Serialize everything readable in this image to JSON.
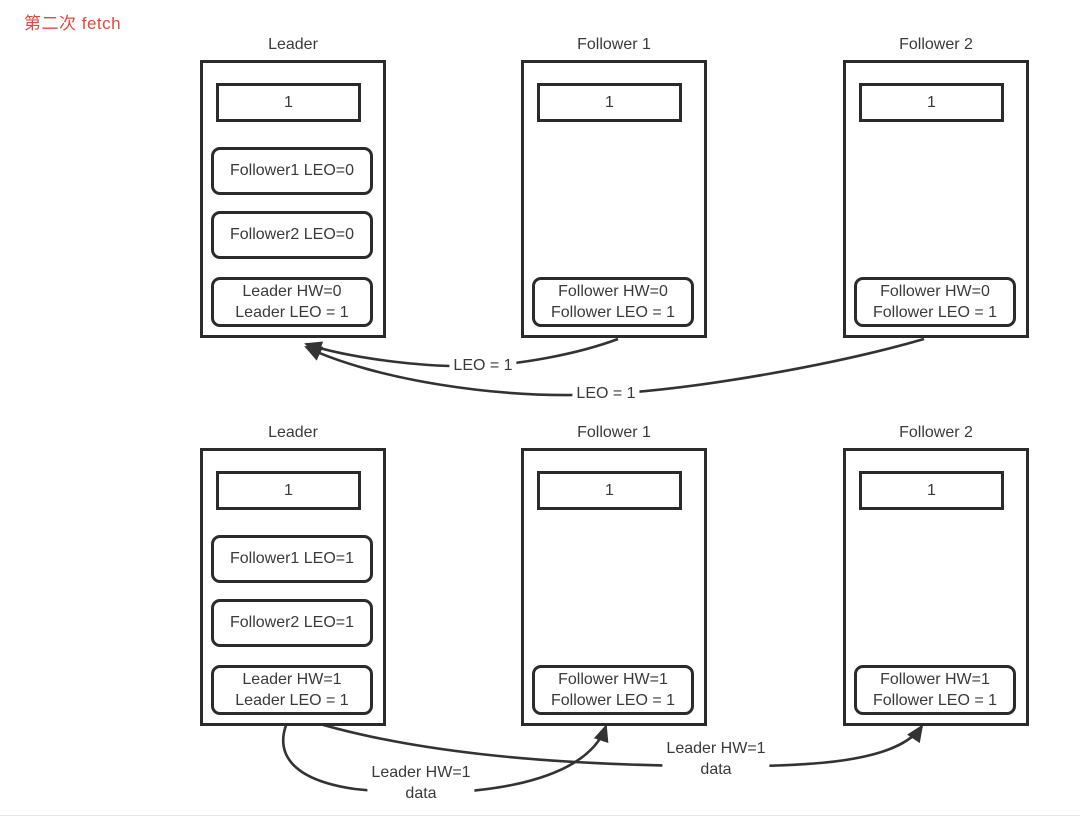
{
  "page_title": "第二次 fetch",
  "colors": {
    "accent": "#e2483d",
    "ink": "#2b2b2b",
    "line": "#333333",
    "text": "#3a3a3a",
    "bg": "#ffffff"
  },
  "rows": [
    {
      "nodes": [
        {
          "title": "Leader",
          "log_entry": "1",
          "replica_states": [
            "Follower1 LEO=0",
            "Follower2 LEO=0"
          ],
          "status_lines": [
            "Leader HW=0",
            "Leader LEO = 1"
          ]
        },
        {
          "title": "Follower 1",
          "log_entry": "1",
          "status_lines": [
            "Follower HW=0",
            "Follower LEO = 1"
          ]
        },
        {
          "title": "Follower 2",
          "log_entry": "1",
          "status_lines": [
            "Follower HW=0",
            "Follower LEO = 1"
          ]
        }
      ],
      "arrows": [
        {
          "label": "LEO = 1"
        },
        {
          "label": "LEO = 1"
        }
      ]
    },
    {
      "nodes": [
        {
          "title": "Leader",
          "log_entry": "1",
          "replica_states": [
            "Follower1 LEO=1",
            "Follower2 LEO=1"
          ],
          "status_lines": [
            "Leader HW=1",
            "Leader LEO = 1"
          ]
        },
        {
          "title": "Follower 1",
          "log_entry": "1",
          "status_lines": [
            "Follower HW=1",
            "Follower LEO = 1"
          ]
        },
        {
          "title": "Follower 2",
          "log_entry": "1",
          "status_lines": [
            "Follower HW=1",
            "Follower LEO = 1"
          ]
        }
      ],
      "arrows": [
        {
          "label": "Leader HW=1",
          "sublabel": "data"
        },
        {
          "label": "Leader HW=1",
          "sublabel": "data"
        }
      ]
    }
  ]
}
